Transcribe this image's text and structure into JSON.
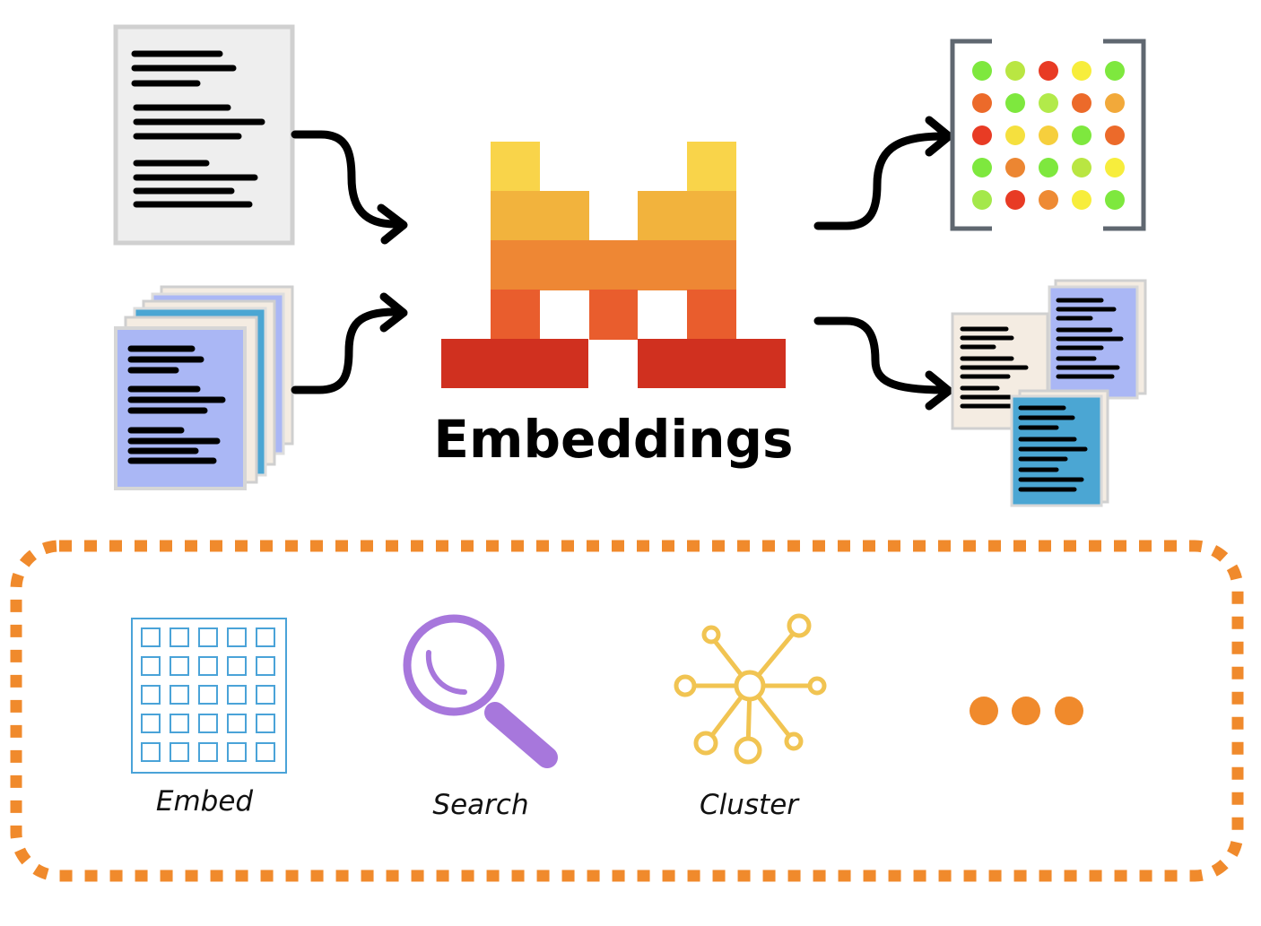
{
  "title": "Embeddings",
  "uses": [
    {
      "label": "Embed",
      "icon": "grid-icon"
    },
    {
      "label": "Search",
      "icon": "magnifier-icon"
    },
    {
      "label": "Cluster",
      "icon": "cluster-network-icon"
    },
    {
      "label": "",
      "icon": "ellipsis-icon"
    }
  ],
  "colors": {
    "logo_yellow": "#f9d44a",
    "logo_light_orange": "#f2b33d",
    "logo_orange": "#ee8734",
    "logo_red_orange": "#e95d2d",
    "logo_red": "#d0301f",
    "dashed_border": "#f08a2c",
    "document_gray": "#eeeeee",
    "document_blue": "#aab7f5",
    "document_cream": "#f7ede0",
    "document_teal": "#4ba6d3",
    "grid_icon": "#4aa3d8",
    "search_icon": "#a777dc",
    "cluster_icon": "#f1c452"
  },
  "vector_dots": [
    [
      "#7ee83e",
      "#b9e642",
      "#e83b24",
      "#f7ed3c",
      "#7ee83e"
    ],
    [
      "#ec6a2a",
      "#7ee83e",
      "#b2ea4a",
      "#ec6a2a",
      "#f2a93a"
    ],
    [
      "#e83b24",
      "#f5e03e",
      "#f6cf3d",
      "#7ee83e",
      "#ec6a2a"
    ],
    [
      "#7ee83e",
      "#ec8632",
      "#7ee83e",
      "#b9e642",
      "#f7ed3c"
    ],
    [
      "#a4e84a",
      "#e83b24",
      "#ee8a34",
      "#f7ed3c",
      "#7ee83e"
    ]
  ]
}
